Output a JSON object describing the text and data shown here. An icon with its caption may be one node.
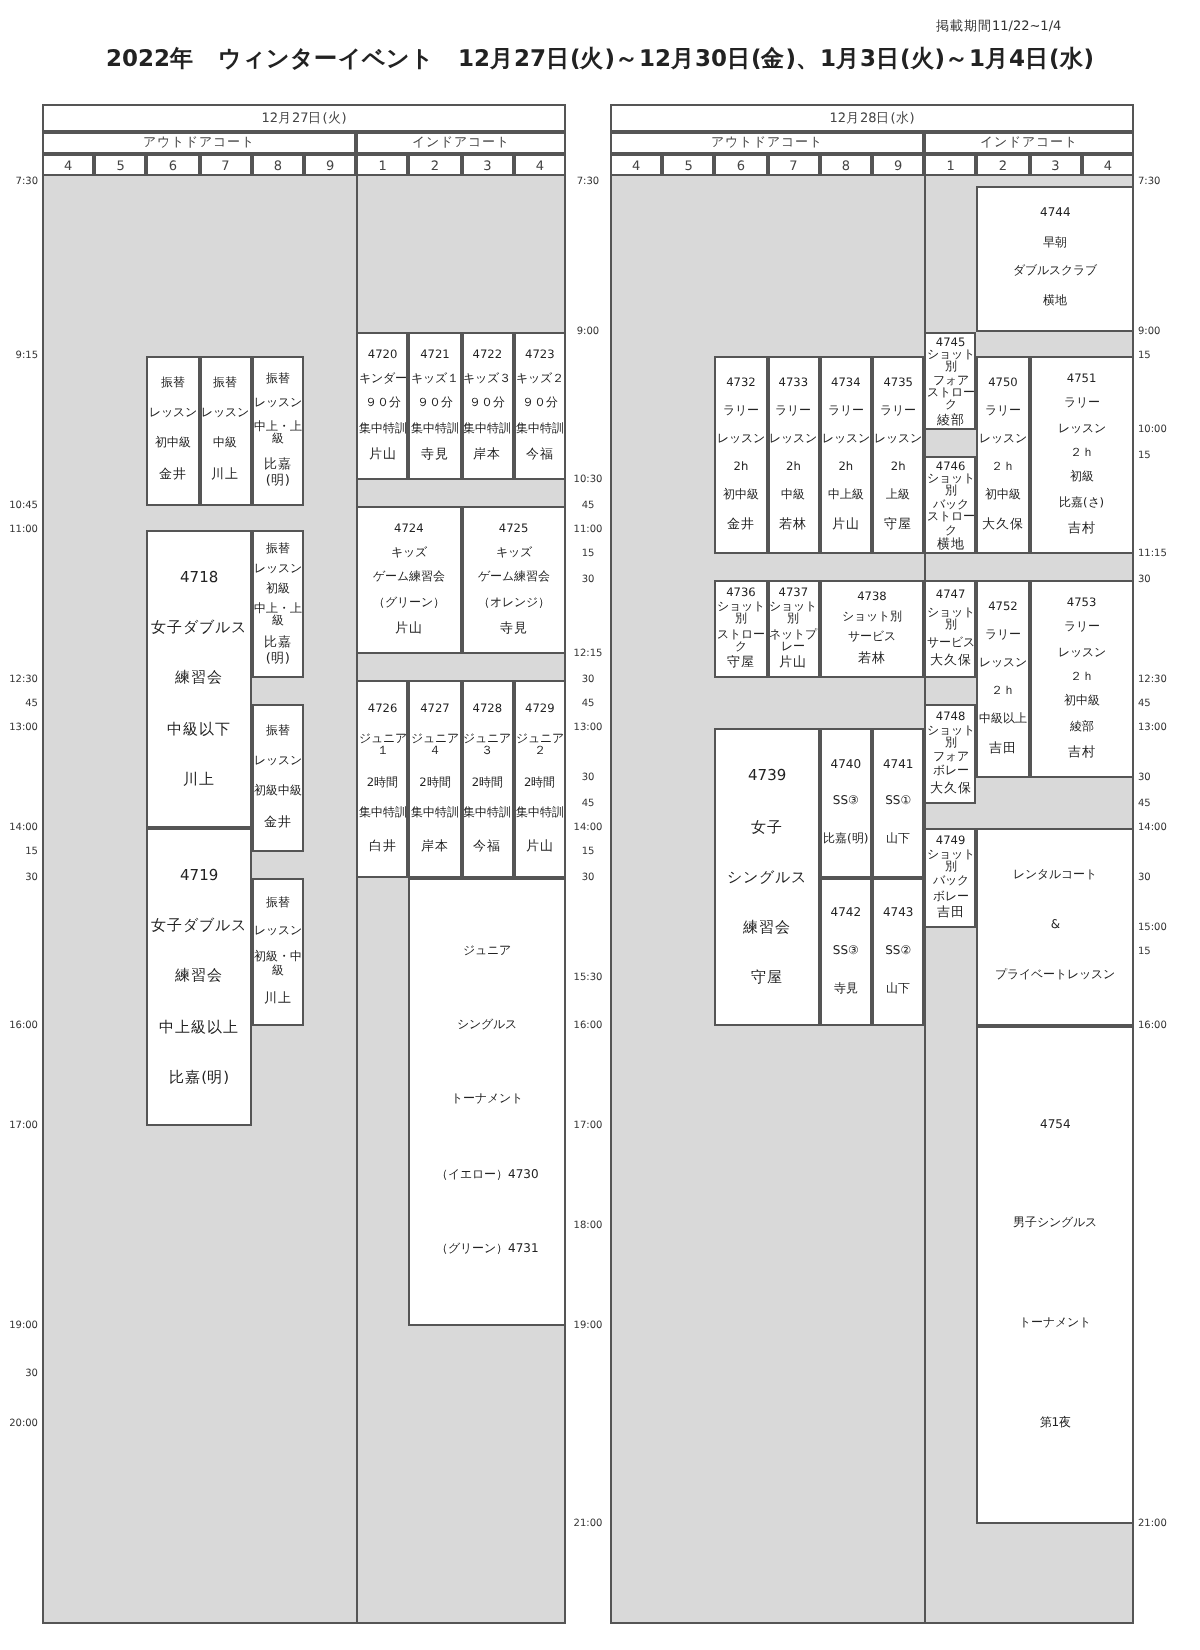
{
  "diagram": {
    "title": "2022年　ウィンターイベント　12月27日(火)～12月30日(金)、1月3日(火)～1月4日(水)",
    "nodes": [
      {
        "text": [
          "振替",
          "レッスン",
          "初中級",
          "金井"
        ]
      },
      {
        "text": [
          "振替",
          "レッスン",
          "中級",
          "川上"
        ]
      },
      {
        "text": [
          "振替",
          "レッスン",
          "中上・上級",
          "比嘉(明)"
        ]
      },
      {
        "text": [
          "4720",
          "キンダー",
          "９０分",
          "集中特訓",
          "片山"
        ]
      },
      {
        "text": [
          "4721",
          "キッズ１",
          "９０分",
          "集中特訓",
          "寺見"
        ]
      },
      {
        "text": [
          "4722",
          "キッズ３",
          "９０分",
          "集中特訓",
          "岸本"
        ]
      },
      {
        "text": [
          "4723",
          "キッズ２",
          "９０分",
          "集中特訓",
          "今福"
        ]
      },
      {
        "text": [
          "4718",
          "女子ダブルス",
          "練習会",
          "中級以下",
          "川上"
        ]
      },
      {
        "text": [
          "振替",
          "レッスン",
          "初級",
          "中上・上級",
          "比嘉(明)"
        ]
      },
      {
        "text": [
          "4724",
          "キッズ",
          "ゲーム練習会",
          "（グリーン）",
          "片山"
        ]
      },
      {
        "text": [
          "4725",
          "キッズ",
          "ゲーム練習会",
          "（オレンジ）",
          "寺見"
        ]
      },
      {
        "text": [
          "振替",
          "レッスン",
          "初級中級",
          "金井"
        ]
      },
      {
        "text": [
          "4726",
          "ジュニア１",
          "2時間",
          "集中特訓",
          "白井"
        ]
      },
      {
        "text": [
          "4727",
          "ジュニア４",
          "2時間",
          "集中特訓",
          "岸本"
        ]
      },
      {
        "text": [
          "4728",
          "ジュニア３",
          "2時間",
          "集中特訓",
          "今福"
        ]
      },
      {
        "text": [
          "4729",
          "ジュニア２",
          "2時間",
          "集中特訓",
          "片山"
        ]
      },
      {
        "text": [
          "4719",
          "女子ダブルス",
          "練習会",
          "中上級以上",
          "比嘉(明)"
        ]
      },
      {
        "text": [
          "振替",
          "レッスン",
          "初級・中級",
          "川上"
        ]
      },
      {
        "text": [
          "ジュニア",
          "シングルス",
          "トーナメント",
          "（イエロー）4730",
          "（グリーン）4731"
        ]
      },
      {
        "text": [
          "4744",
          "早朝",
          "ダブルスクラブ",
          "横地"
        ]
      },
      {
        "text": [
          "4745",
          "ショット別",
          "フォア",
          "ストローク",
          "綾部"
        ]
      },
      {
        "text": [
          "4732",
          "ラリー",
          "レッスン",
          "2h",
          "初中級",
          "金井"
        ]
      },
      {
        "text": [
          "4733",
          "ラリー",
          "レッスン",
          "2h",
          "中級",
          "若林"
        ]
      },
      {
        "text": [
          "4734",
          "ラリー",
          "レッスン",
          "2h",
          "中上級",
          "片山"
        ]
      },
      {
        "text": [
          "4735",
          "ラリー",
          "レッスン",
          "2h",
          "上級",
          "守屋"
        ]
      },
      {
        "text": [
          "4750",
          "ラリー",
          "レッスン",
          "２ｈ",
          "初中級",
          "大久保"
        ]
      },
      {
        "text": [
          "4751",
          "ラリー",
          "レッスン",
          "２ｈ",
          "初級",
          "比嘉(さ)",
          "吉村"
        ]
      },
      {
        "text": [
          "4746",
          "ショット別",
          "バック",
          "ストローク",
          "横地"
        ]
      },
      {
        "text": [
          "4736",
          "ショット別",
          "ストローク",
          "守屋"
        ]
      },
      {
        "text": [
          "4737",
          "ショット別",
          "ネットプレー",
          "片山"
        ]
      },
      {
        "text": [
          "4738",
          "ショット別",
          "サービス",
          "若林"
        ]
      },
      {
        "text": [
          "4747",
          "ショット別",
          "サービス",
          "大久保"
        ]
      },
      {
        "text": [
          "4752",
          "ラリー",
          "レッスン",
          "２ｈ",
          "中級以上",
          "吉田"
        ]
      },
      {
        "text": [
          "4753",
          "ラリー",
          "レッスン",
          "２ｈ",
          "初中級",
          "綾部",
          "吉村"
        ]
      },
      {
        "text": [
          "4748",
          "ショット別",
          "フォア",
          "ボレー",
          "大久保"
        ]
      },
      {
        "text": [
          "4739",
          "女子",
          "シングルス",
          "練習会",
          "守屋"
        ]
      },
      {
        "text": [
          "4740",
          "SS③",
          "比嘉(明)"
        ]
      },
      {
        "text": [
          "4741",
          "SS①",
          "山下"
        ]
      },
      {
        "text": [
          "4749",
          "ショット別",
          "バック",
          "ボレー",
          "吉田"
        ]
      },
      {
        "text": [
          "レンタルコート",
          "&",
          "プライベートレッスン"
        ]
      },
      {
        "text": [
          "4742",
          "SS③",
          "寺見"
        ]
      },
      {
        "text": [
          "4743",
          "SS②",
          "山下"
        ]
      },
      {
        "text": [
          "4754",
          "男子シングルス",
          "トーナメント",
          "第1夜"
        ]
      }
    ],
    "labels": [
      "掲載期間11/22~1/4",
      "12月27日(火)",
      "アウトドアコート",
      "インドアコート",
      "4",
      "5",
      "6",
      "7",
      "8",
      "9",
      "1",
      "2",
      "3",
      "4",
      "12月28日(水)",
      "アウトドアコート",
      "インドアコート",
      "4",
      "5",
      "6",
      "7",
      "8",
      "9",
      "1",
      "2",
      "3",
      "4",
      "7:30",
      "9:15",
      "10:45",
      "11:00",
      "12:30",
      "45",
      "13:00",
      "14:00",
      "15",
      "30",
      "16:00",
      "17:00",
      "19:00",
      "30",
      "20:00",
      "7:30",
      "9:00",
      "10:30",
      "45",
      "11:00",
      "15",
      "30",
      "12:15",
      "30",
      "45",
      "13:00",
      "30",
      "45",
      "14:00",
      "15",
      "30",
      "15:30",
      "16:00",
      "17:00",
      "18:00",
      "19:00",
      "21:00",
      "7:30",
      "9:00",
      "15",
      "10:00",
      "15",
      "11:15",
      "30",
      "12:30",
      "45",
      "13:00",
      "30",
      "45",
      "14:00",
      "30",
      "15:00",
      "15",
      "16:00",
      "21:00"
    ]
  }
}
